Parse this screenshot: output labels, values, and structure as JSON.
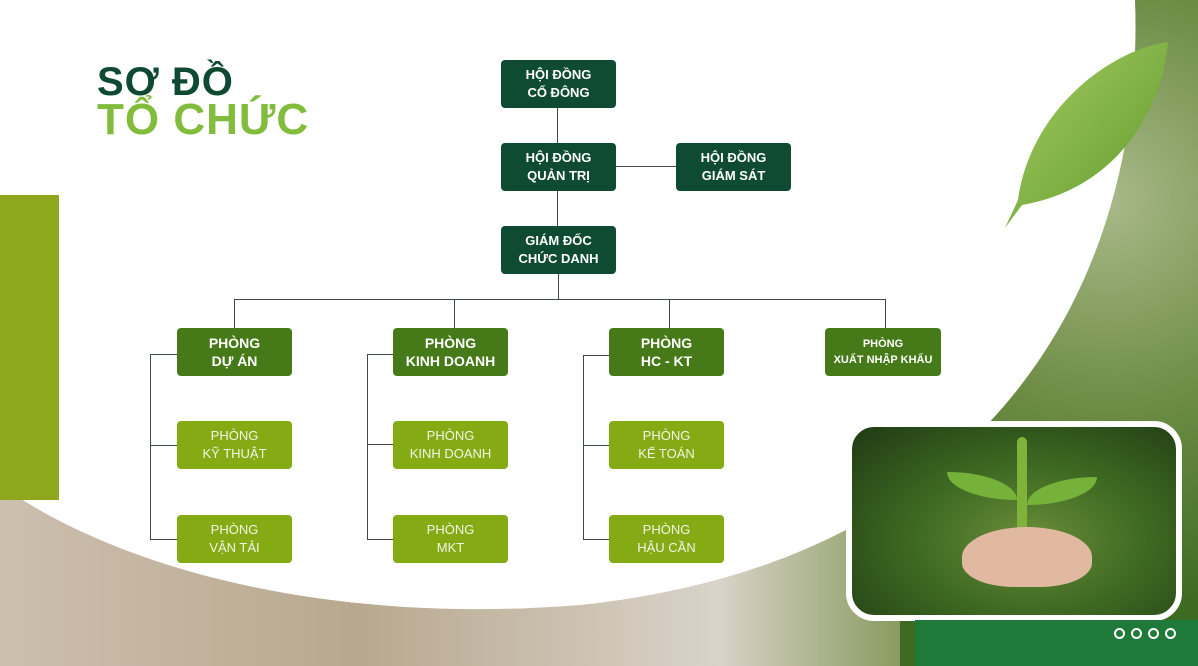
{
  "title": {
    "line1": "SƠ ĐỒ",
    "line2": "TỔ CHỨC"
  },
  "top": {
    "shareholders": [
      "HỘI ĐỒNG",
      "CỔ ĐÔNG"
    ],
    "board": [
      "HỘI ĐỒNG",
      "QUẢN TRỊ"
    ],
    "supervisory": [
      "HỘI ĐỒNG",
      "GIÁM SÁT"
    ],
    "director": [
      "GIÁM ĐỐC",
      "CHỨC DANH"
    ]
  },
  "departments": [
    {
      "label": [
        "PHÒNG",
        "DỰ ÁN"
      ],
      "subs": [
        [
          "PHÒNG",
          "KỸ THUẬT"
        ],
        [
          "PHÒNG",
          "VẬN TẢI"
        ]
      ]
    },
    {
      "label": [
        "PHÒNG",
        "KINH DOANH"
      ],
      "subs": [
        [
          "PHÒNG",
          "KINH DOANH"
        ],
        [
          "PHÒNG",
          "MKT"
        ]
      ]
    },
    {
      "label": [
        "PHÒNG",
        "HC - KT"
      ],
      "subs": [
        [
          "PHÒNG",
          "KẾ TOÁN"
        ],
        [
          "PHÒNG",
          "HẬU CẦN"
        ]
      ]
    },
    {
      "label": [
        "PHÒNG",
        "XUẤT NHẬP KHẨU"
      ],
      "subs": []
    }
  ],
  "colors": {
    "dark": "#0f4a33",
    "mid": "#467a18",
    "light": "#84aa14",
    "accent": "#82bc3c"
  }
}
